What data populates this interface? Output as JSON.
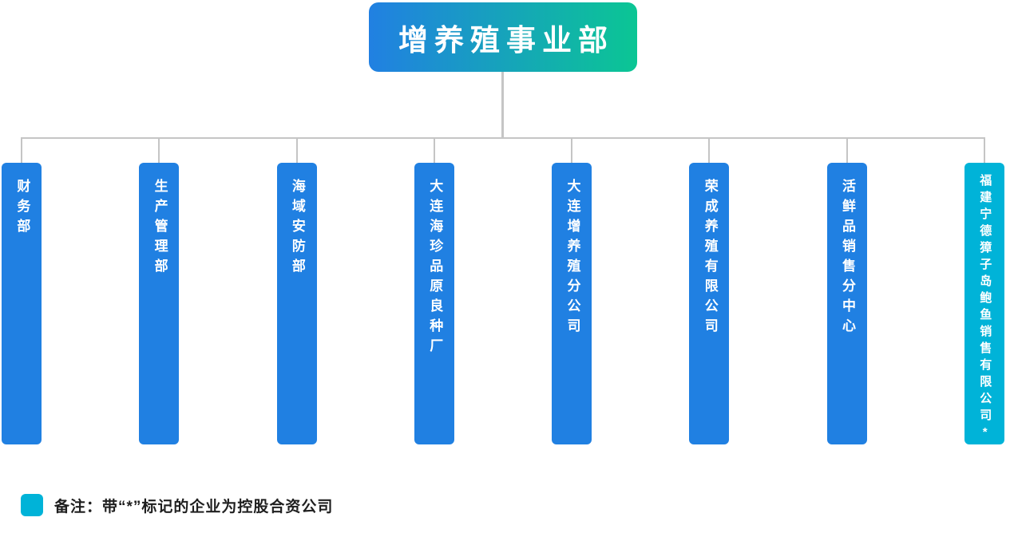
{
  "org_chart": {
    "root": {
      "label": "增养殖事业部"
    },
    "children": [
      {
        "label": "财务部",
        "accent": "blue"
      },
      {
        "label": "生产管理部",
        "accent": "blue"
      },
      {
        "label": "海域安防部",
        "accent": "blue"
      },
      {
        "label": "大连海珍品原良种厂",
        "accent": "blue"
      },
      {
        "label": "大连增养殖分公司",
        "accent": "blue"
      },
      {
        "label": "荣成养殖有限公司",
        "accent": "blue"
      },
      {
        "label": "活鲜品销售分中心",
        "accent": "blue"
      },
      {
        "label": "福建宁德獐子岛鲍鱼销售有限公司*",
        "accent": "cyan"
      }
    ]
  },
  "legend": {
    "note": "备注：带“*”标记的企业为控股合资公司"
  },
  "colors": {
    "root_gradient_start": "#2180E2",
    "root_gradient_end": "#0BC694",
    "node_blue": "#2080E2",
    "node_cyan": "#00B3D8",
    "connector": "#C5C5C5",
    "legend_text": "#1F1F1F"
  }
}
